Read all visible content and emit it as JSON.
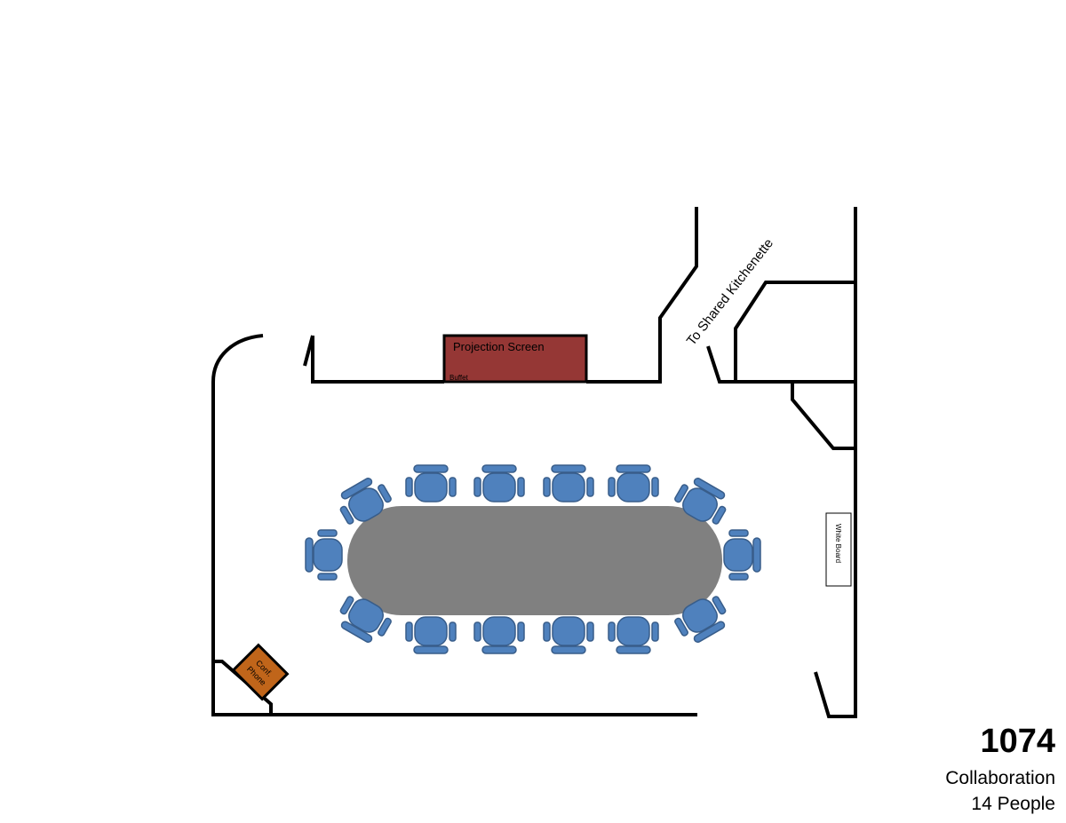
{
  "room": {
    "number": "1074",
    "type": "Collaboration",
    "capacity": "14 People"
  },
  "labels": {
    "projection_screen": "Projection Screen",
    "buffet": "Buffet",
    "kitchenette": "To Shared Kitchenette",
    "whiteboard": "White Board",
    "conf_phone_line1": "Conf.",
    "conf_phone_line2": "Phone"
  },
  "colors": {
    "chair": "#4f81bd",
    "chair_stroke": "#385d8a",
    "table": "#808080",
    "projection_screen": "#953735",
    "conf_phone": "#c0651a"
  }
}
